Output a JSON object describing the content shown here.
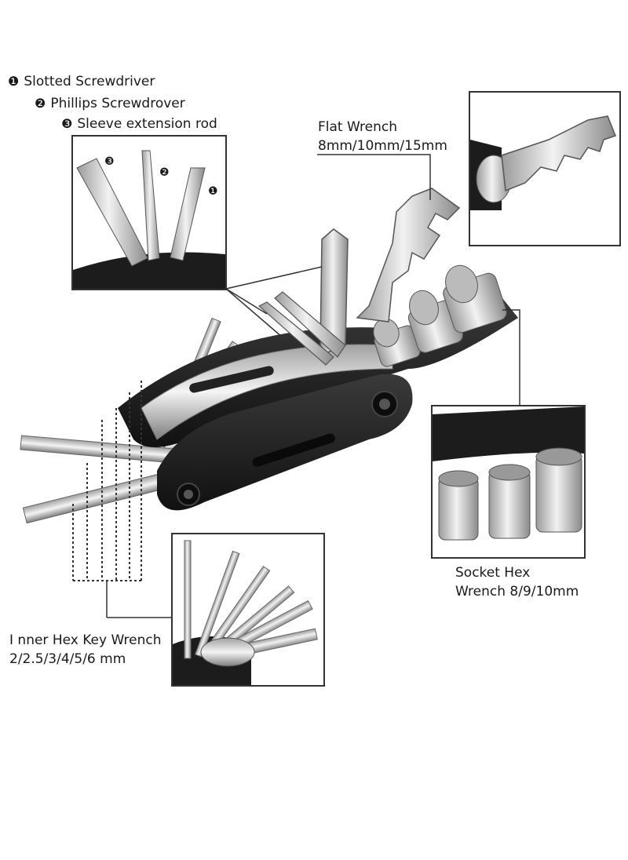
{
  "screwdriver_legend": {
    "items": [
      {
        "num": "❶",
        "label": "Slotted Screwdriver"
      },
      {
        "num": "❷",
        "label": "Phillips Screwdrover"
      },
      {
        "num": "❸",
        "label": "Sleeve extension rod"
      }
    ]
  },
  "flat_wrench": {
    "title": "Flat Wrench",
    "sizes": "8mm/10mm/15mm"
  },
  "socket_wrench": {
    "line1": "Socket Hex",
    "line2": "Wrench 8/9/10mm"
  },
  "hex_key": {
    "line1": "I nner Hex Key Wrench",
    "line2": "2/2.5/3/4/5/6 mm"
  },
  "inset_numbers": {
    "n1": "❶",
    "n2": "❷",
    "n3": "❸"
  },
  "colors": {
    "body_black": "#1c1c1c",
    "metal_light": "#d9d9d9",
    "metal_dark": "#8c8c8c",
    "line": "#333333"
  }
}
